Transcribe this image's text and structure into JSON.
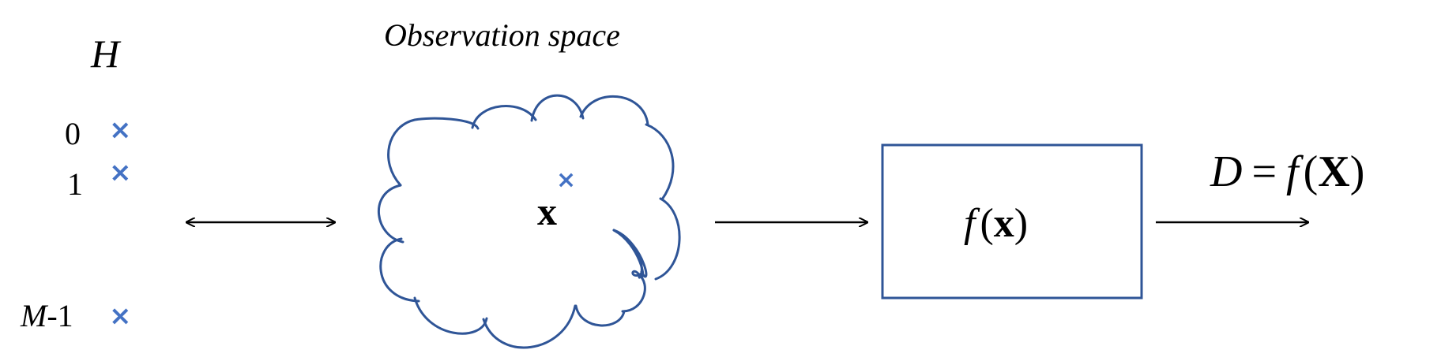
{
  "hypotheses": {
    "symbol": "H",
    "items": [
      {
        "label": "0",
        "marker": "×"
      },
      {
        "label": "1",
        "marker": "×"
      },
      {
        "label": "M-1",
        "label_var": "M",
        "label_rest": "-1",
        "marker": "×"
      }
    ]
  },
  "observation_space": {
    "title": "Observation space",
    "point_label": "x",
    "point_marker": "×"
  },
  "processor": {
    "func": "f",
    "arg": "x"
  },
  "decision": {
    "lhs": "D",
    "eq": "=",
    "func": "f",
    "arg": "X"
  },
  "colors": {
    "accent": "#4472C4",
    "outline": "#2F5597",
    "text": "#000000",
    "arrow": "#000000"
  }
}
